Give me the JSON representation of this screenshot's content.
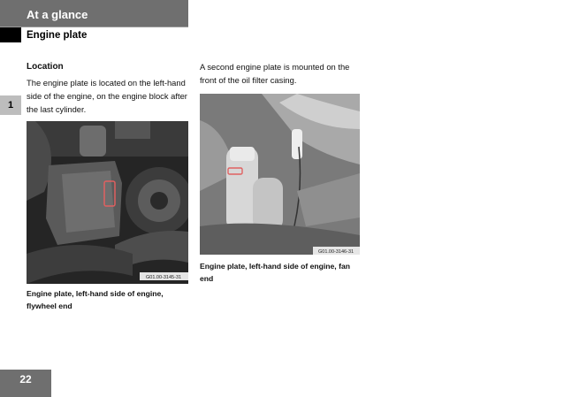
{
  "header": {
    "section_title": "At a glance",
    "subsection_title": "Engine plate"
  },
  "chapter_tab": "1",
  "left_column": {
    "heading": "Location",
    "text": "The engine plate is located on the left-hand side of the engine, on the engine block after the last cylinder.",
    "figure_code": "G01.00-3145-31",
    "caption": "Engine plate, left-hand side of engine, flywheel end"
  },
  "right_column": {
    "text": "A second engine plate is mounted on the front of the oil filter casing.",
    "figure_code": "G01.00-3146-31",
    "caption": "Engine plate, left-hand side of engine, fan end"
  },
  "page_number": "22"
}
